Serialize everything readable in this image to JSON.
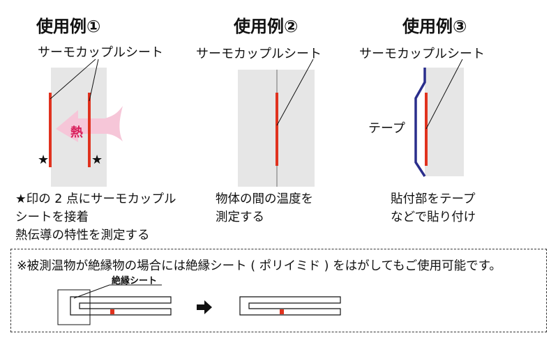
{
  "examples": [
    {
      "title": "使用例①",
      "sheet_label": "サーモカップルシート",
      "heat_label": "熱",
      "star_mark": "★",
      "desc": [
        "★印の 2 点にサーモカップル",
        "シートを接着",
        "熱伝導の特性を測定する"
      ]
    },
    {
      "title": "使用例②",
      "sheet_label": "サーモカップルシート",
      "desc": [
        "物体の間の温度を",
        "測定する"
      ]
    },
    {
      "title": "使用例③",
      "sheet_label": "サーモカップルシート",
      "tape_label": "テープ",
      "desc": [
        "貼付部をテープ",
        "などで貼り付け"
      ]
    }
  ],
  "note": {
    "text": "※被測温物が絶縁物の場合には絶縁シート ( ポリイミド ) をはがしてもご使用可能です。",
    "insulation_label": "絶縁シート"
  },
  "colors": {
    "sensor_red": "#e0321e",
    "tape_blue": "#2a2e8c",
    "object_gray": "#e6e6e6",
    "heat_pink": "#f6c6d8",
    "heat_text": "#d81e5b"
  }
}
